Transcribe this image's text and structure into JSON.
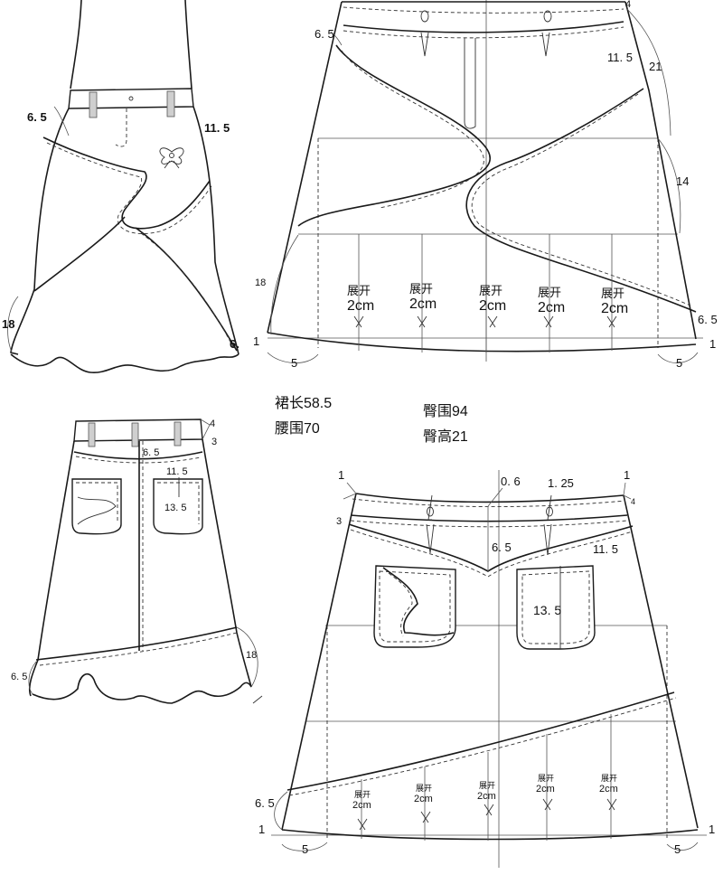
{
  "specs": {
    "skirt_length": "裙长58.5",
    "waist": "腰围70",
    "hip": "臀围94",
    "hip_height": "臀高21"
  },
  "sketch_front": {
    "label_left_waist": "6. 5",
    "label_right_waist": "11. 5",
    "label_left_hem": "18",
    "label_right_hem": "6."
  },
  "sketch_back": {
    "label_waist_4": "4",
    "label_waist_3": "3",
    "label_yoke": "6. 5",
    "label_pocket_w": "11. 5",
    "label_pocket_h": "13. 5",
    "label_hem_right": "18",
    "label_hem_left": "6. 5"
  },
  "pattern_front": {
    "label_waist_left": "6. 5",
    "label_right_top": "11. 5",
    "label_4": "4",
    "label_21": "21",
    "label_14": "14",
    "label_18": "18",
    "label_hem_right": "6. 5",
    "label_1_left": "1",
    "label_1_right": "1",
    "label_5_left": "5",
    "label_5_right": "5",
    "spread_text": "展开",
    "spread_amount": "2cm"
  },
  "pattern_back": {
    "label_1_left_top": "1",
    "label_1_right_top": "1",
    "label_0_6": "0. 6",
    "label_1_25": "1. 25",
    "label_3": "3",
    "label_4": "4",
    "label_yoke": "6. 5",
    "label_pocket_w": "11. 5",
    "label_pocket_h": "13. 5",
    "label_hem_left": "6. 5",
    "label_1_left": "1",
    "label_1_right": "1",
    "label_5_left": "5",
    "label_5_right": "5",
    "spread_text": "展开",
    "spread_amount": "2cm"
  }
}
